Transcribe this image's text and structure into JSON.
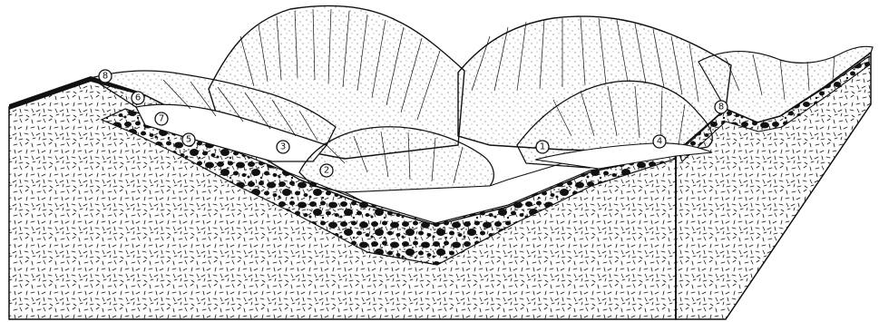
{
  "colors": {
    "ink": "#111111",
    "paper": "#ffffff"
  },
  "markers": [
    {
      "id": "m8a",
      "text": "8"
    },
    {
      "id": "m6",
      "text": "6"
    },
    {
      "id": "m7",
      "text": "7"
    },
    {
      "id": "m5",
      "text": "5"
    },
    {
      "id": "m3",
      "text": "3"
    },
    {
      "id": "m2",
      "text": "2"
    },
    {
      "id": "m1",
      "text": "1"
    },
    {
      "id": "m4",
      "text": "4"
    },
    {
      "id": "m8b",
      "text": "8"
    }
  ]
}
